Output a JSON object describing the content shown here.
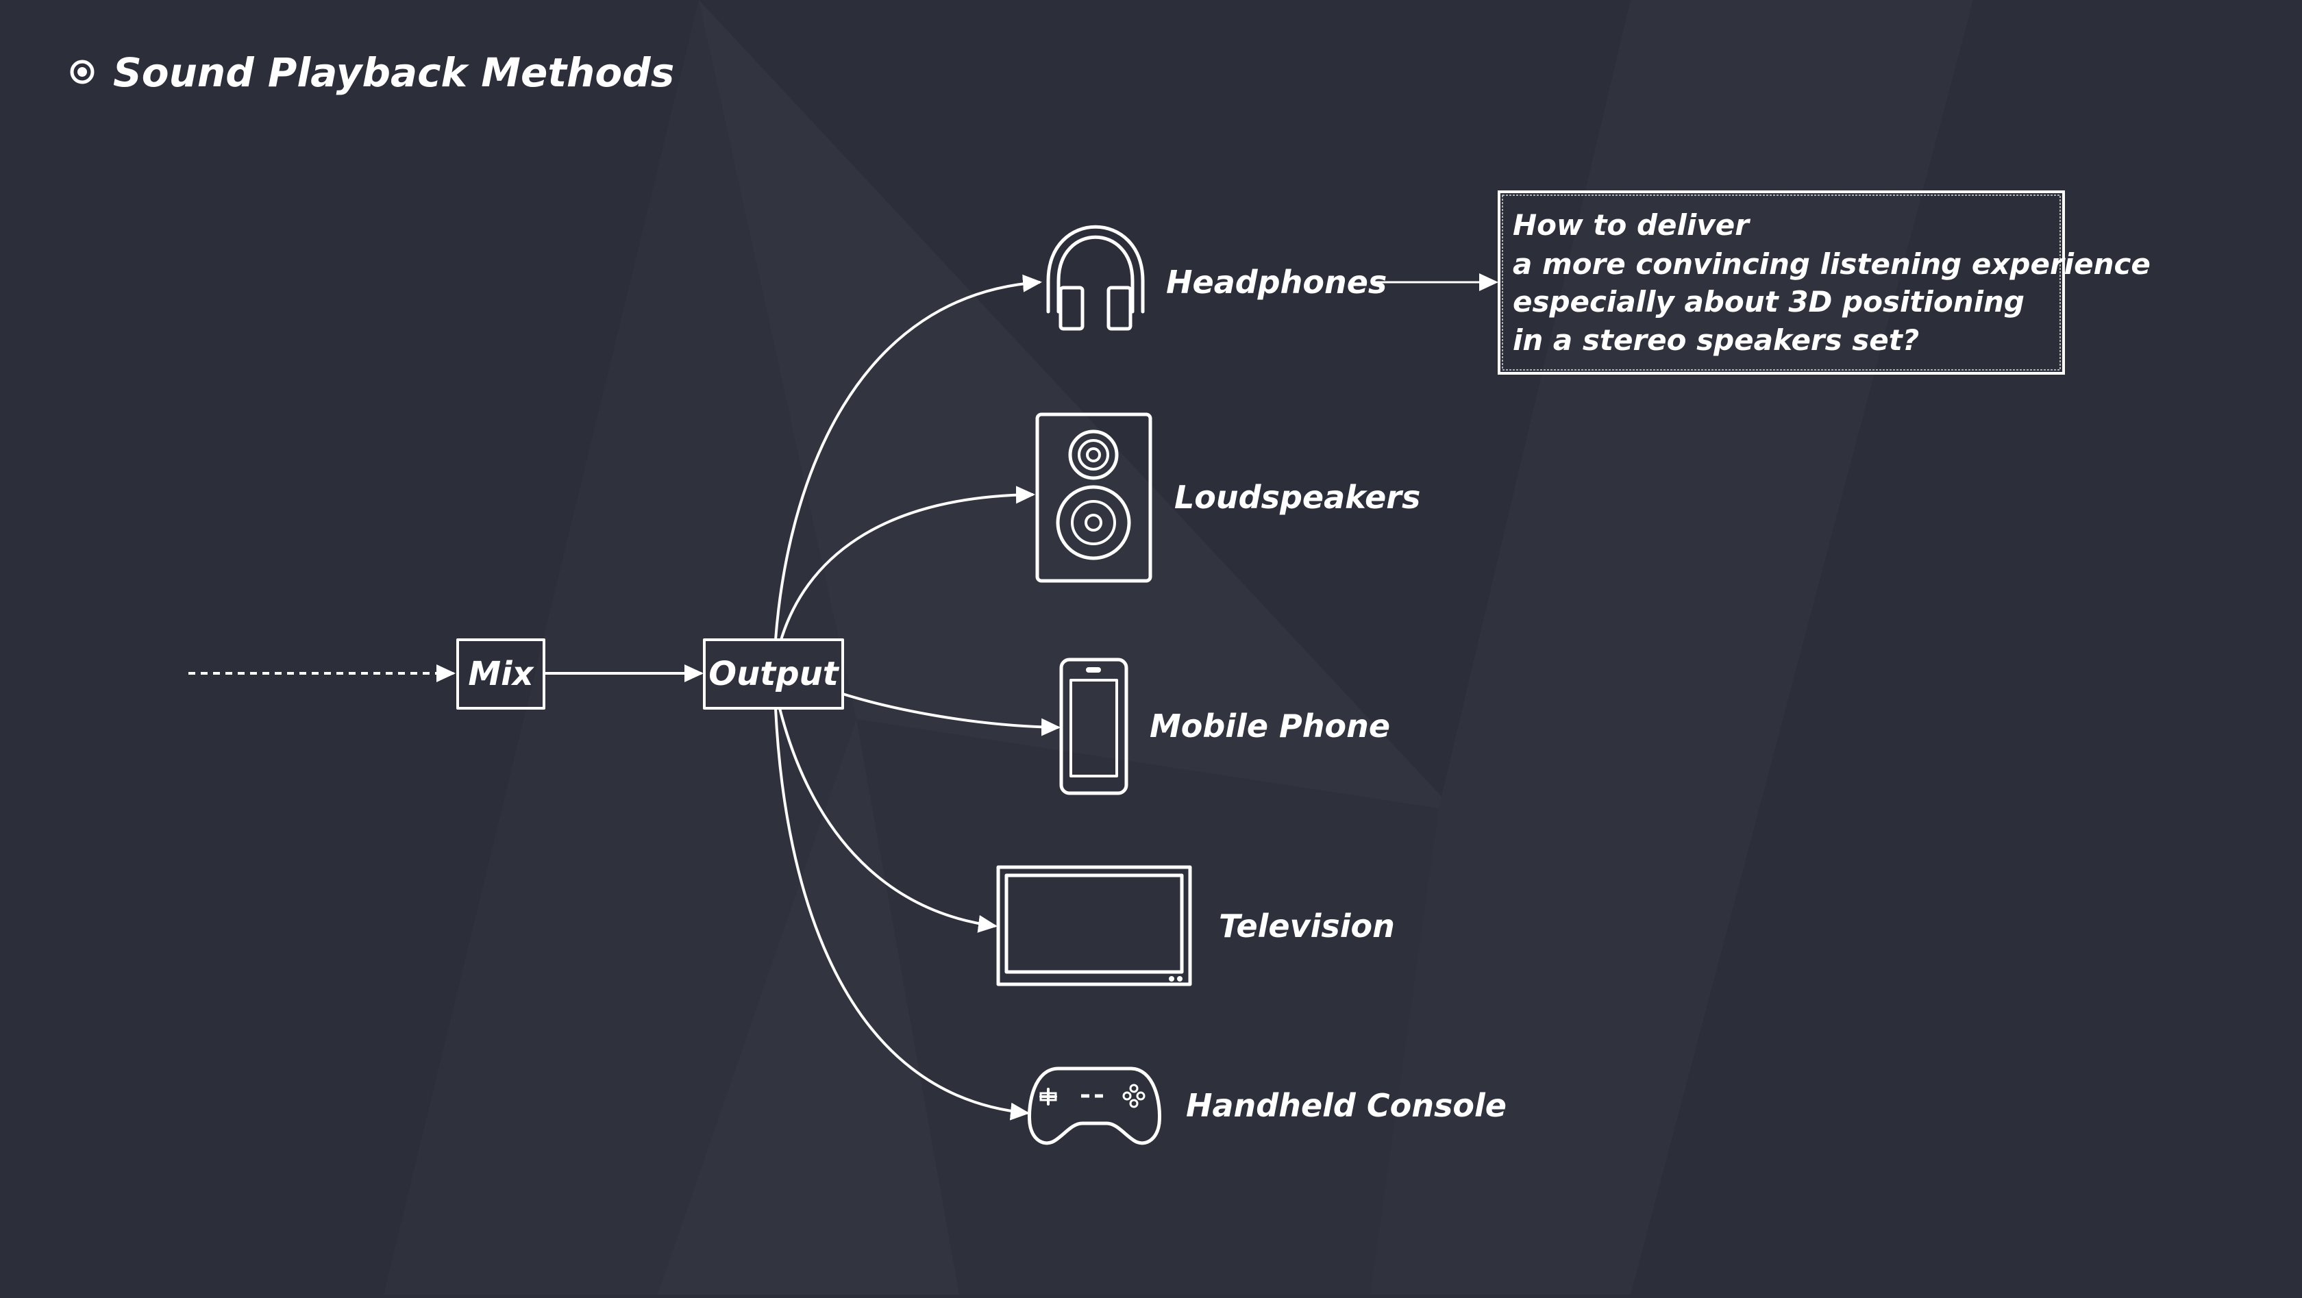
{
  "title": "Sound Playback Methods",
  "nodes": {
    "mix": "Mix",
    "output": "Output"
  },
  "devices": [
    {
      "label": "Headphones",
      "icon": "headphones-icon"
    },
    {
      "label": "Loudspeakers",
      "icon": "loudspeaker-icon"
    },
    {
      "label": "Mobile Phone",
      "icon": "mobile-phone-icon"
    },
    {
      "label": "Television",
      "icon": "television-icon"
    },
    {
      "label": "Handheld Console",
      "icon": "gamepad-icon"
    }
  ],
  "question": [
    "How to deliver",
    "a more convincing listening experience",
    "especially about 3D positioning",
    "in a stereo speakers set?"
  ],
  "colors": {
    "background": "#2c2f3a",
    "foreground": "#ffffff"
  }
}
